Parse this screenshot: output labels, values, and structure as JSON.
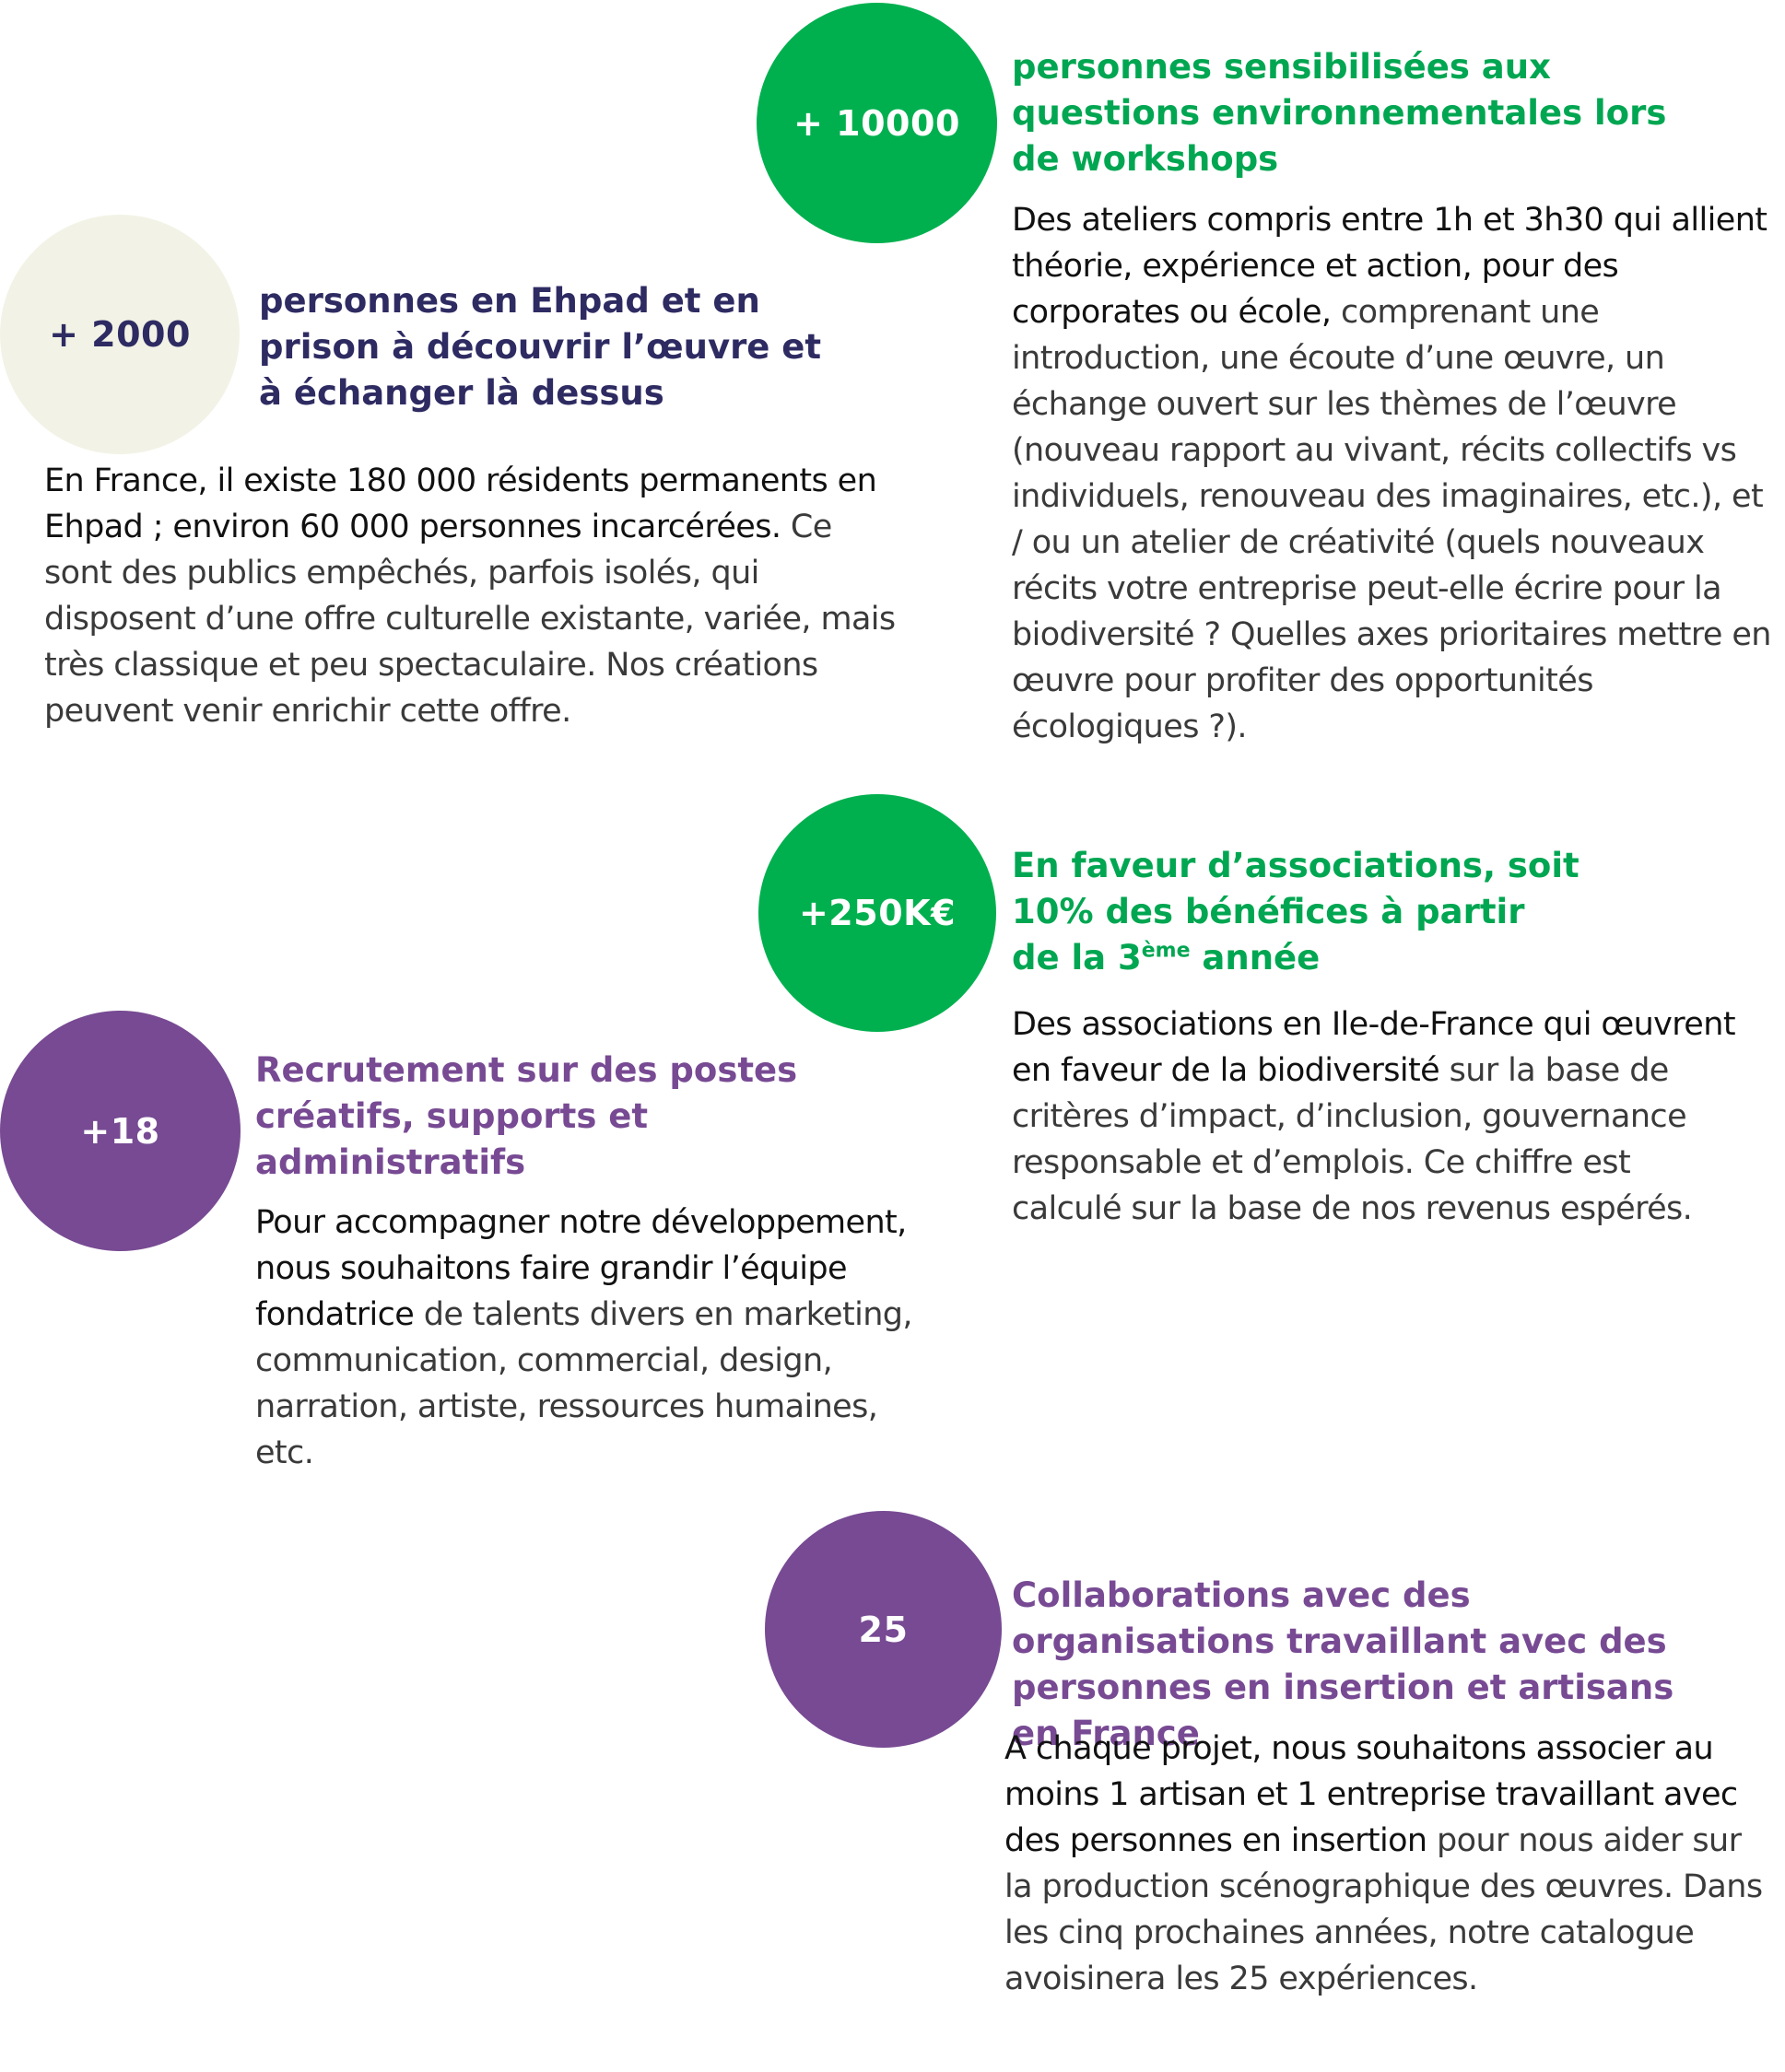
{
  "colors": {
    "green": "#00b04f",
    "navy": "#2e2b62",
    "purple": "#774a93",
    "cream": "#f2f3e6"
  },
  "blocks": {
    "workshops": {
      "figure": "+ 10000",
      "heading": "personnes sensibilisées aux questions environnementales lors de workshops",
      "text_strong": "Des ateliers compris entre 1h et 3h30 qui allient théorie, expérience et action, pour des corporates ou école,",
      "text_light": " comprenant une introduction, une écoute d’une œuvre, un échange ouvert sur les thèmes de l’œuvre (nouveau rapport au vivant, récits collectifs vs individuels, renouveau des imaginaires, etc.), et / ou un atelier de créativité (quels nouveaux récits votre entreprise peut-elle écrire pour la biodiversité ? Quelles axes prioritaires mettre en œuvre pour profiter des opportunités écologiques ?)."
    },
    "ehpad": {
      "figure": "+ 2000",
      "heading": "personnes en Ehpad et en prison à découvrir l’œuvre et à échanger là dessus",
      "text_strong": "En France, il existe 180 000 résidents permanents en Ehpad ; environ 60 000 personnes incarcérées.",
      "text_light": " Ce sont des publics empêchés, parfois isolés, qui disposent d’une offre culturelle existante, variée, mais très classique et peu spectaculaire. Nos créations peuvent venir enrichir cette offre."
    },
    "associations": {
      "figure": "+250K€",
      "heading_part1": "En faveur d’associations, soit 10% des bénéfices à partir de la 3",
      "heading_sup": "ème",
      "heading_part2": " année",
      "text_strong": "Des associations en Ile-de-France qui œuvrent en faveur de la biodiversité",
      "text_light": " sur la base de critères d’impact, d’inclusion, gouvernance responsable et d’emplois. Ce chiffre est calculé sur la base de nos revenus espérés."
    },
    "recruitment": {
      "figure": "+18",
      "heading": "Recrutement sur des postes créatifs, supports et administratifs",
      "text_strong": "Pour accompagner notre développement, nous souhaitons faire grandir l’équipe fondatrice",
      "text_light": " de talents divers en marketing, communication, commercial, design, narration, artiste, ressources humaines, etc."
    },
    "collaborations": {
      "figure": "25",
      "heading": "Collaborations avec des organisations travaillant avec des personnes en insertion et artisans en France",
      "text_strong": "A chaque projet, nous souhaitons associer au moins 1 artisan et 1 entreprise travaillant avec des personnes en insertion",
      "text_light": " pour nous aider sur la production scénographique des œuvres. Dans les cinq prochaines années, notre catalogue avoisinera les 25 expériences."
    }
  }
}
